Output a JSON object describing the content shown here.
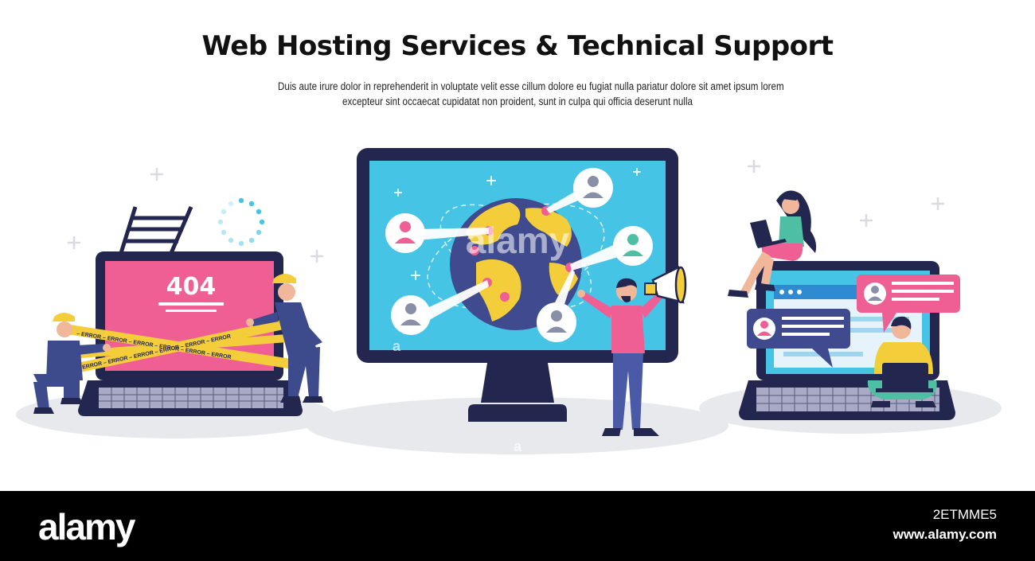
{
  "header": {
    "title": "Web Hosting Services & Technical Support",
    "subtitle_line1": "Duis aute irure dolor in reprehenderit in voluptate velit esse cillum dolore eu fugiat nulla pariatur dolore sit amet ipsum lorem",
    "subtitle_line2": "excepteur sint occaecat cupidatat non proident, sunt in culpa qui officia deserunt nulla"
  },
  "error_laptop": {
    "code": "404",
    "tape_text": "– ERROR – ERROR – ERROR – ERROR – ERROR – ERROR"
  },
  "watermark": {
    "center": "alamy",
    "small": "a"
  },
  "footer": {
    "brand": "alamy",
    "image_id": "2ETMME5",
    "site": "www.alamy.com"
  },
  "colors": {
    "navy": "#23264f",
    "pink": "#ef5f93",
    "sky": "#46c4e6",
    "yellow": "#f3cd3a",
    "teal": "#4fbfa3",
    "ground": "#e8e9ec"
  }
}
